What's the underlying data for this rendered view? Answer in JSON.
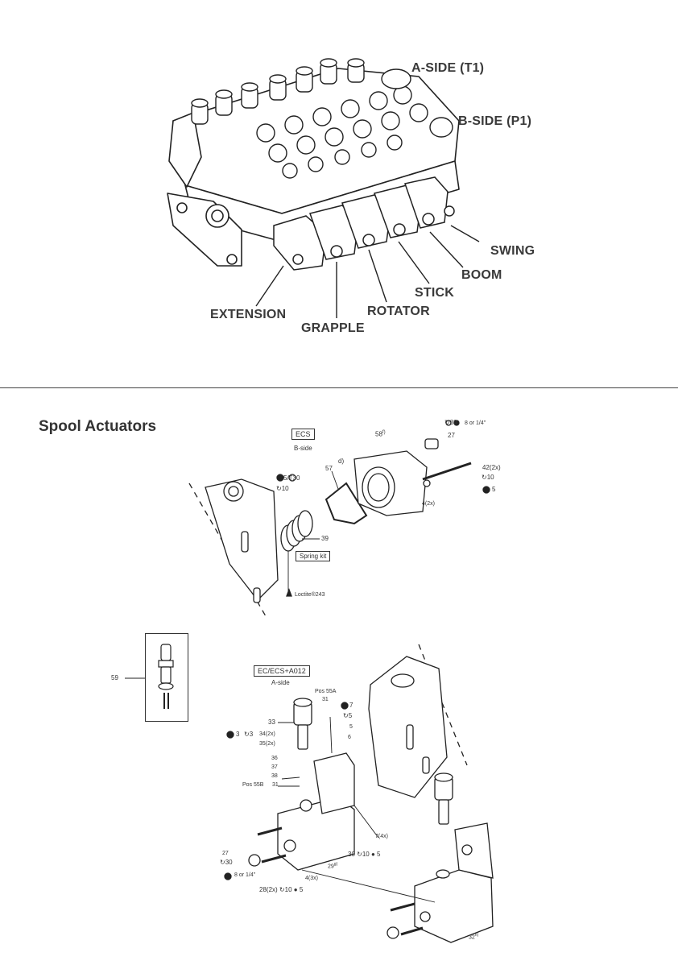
{
  "top_diagram": {
    "labels": {
      "a_side": "A-SIDE (T1)",
      "b_side": "B-SIDE (P1)",
      "swing": "SWING",
      "boom": "BOOM",
      "stick": "STICK",
      "rotator": "ROTATOR",
      "extension": "EXTENSION",
      "grapple": "GRAPPLE"
    }
  },
  "section_title": "Spool Actuators",
  "ecs_diagram": {
    "box_label": "ECS",
    "side_label": "B-side",
    "spring_kit": "Spring kit",
    "loctite": "Loctite®243",
    "callouts": {
      "p58": "58",
      "p58_sup": "f)",
      "torque30": "30",
      "wrench_size": "8 or 1/4\"",
      "p27": "27",
      "p57": "57",
      "d": "d)",
      "p42": "42(2x)",
      "t10": "10",
      "w5": "5",
      "p4": "4(2x)",
      "tool_left": "5/",
      "torx": "T30",
      "t10_left": "10",
      "p39": "39"
    }
  },
  "ec_diagram": {
    "box_label": "EC/ECS+A012",
    "side_label": "A-side",
    "p59": "59",
    "callouts": {
      "pos55a": "Pos 55A",
      "p31a": "31",
      "p33": "33",
      "w7": "7",
      "t5": "5",
      "w3": "3",
      "t3": "3",
      "p34": "34(2x)",
      "p35": "35(2x)",
      "p5": "5",
      "p6": "6",
      "p36": "36",
      "p37": "37",
      "p38": "38",
      "pos55b": "Pos 55B",
      "p31b": "31",
      "p7": "7(4x)",
      "p27": "27",
      "t30": "30",
      "wrench": "8 or 1/4\"",
      "p30b": "30",
      "t10": "10",
      "w5b": "5",
      "p29": "29",
      "p29_sup": "g)",
      "p4": "4(3x)",
      "p28": "28(2x)",
      "t10b": "10",
      "w5c": "5",
      "p32": "32",
      "p32_sup": "h)"
    }
  }
}
